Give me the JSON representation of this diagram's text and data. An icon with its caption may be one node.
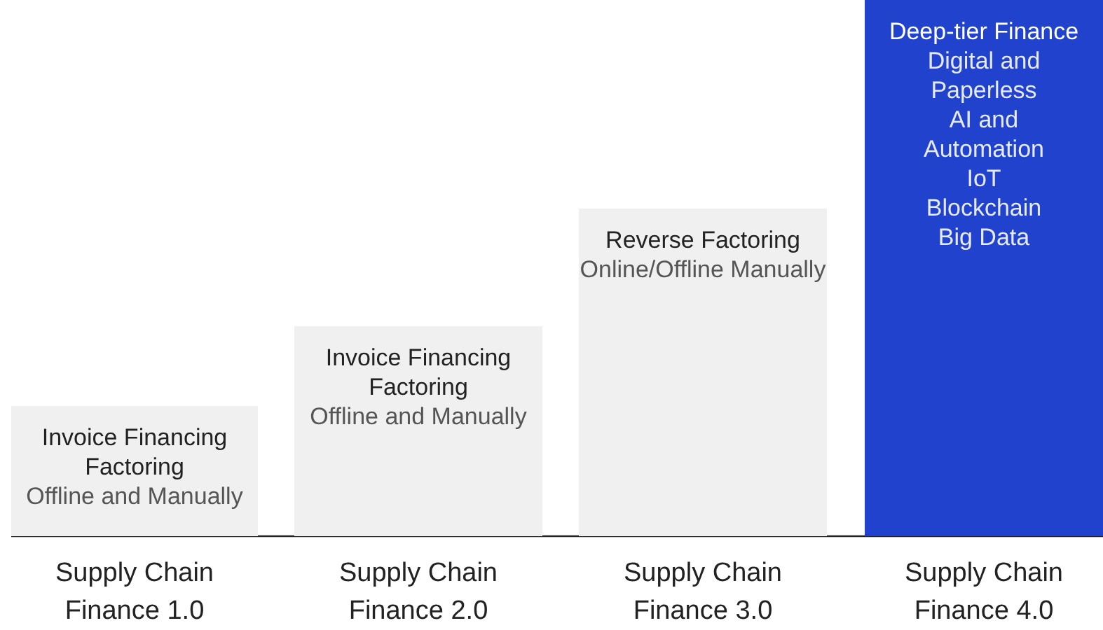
{
  "diagram": {
    "nodes": [
      {
        "text": [
          "Invoice Financing Factoring",
          "Offline and Manually"
        ],
        "beside": [
          "Supply Chain Finance 1.0"
        ]
      },
      {
        "text": [
          "Invoice Financing Factoring",
          "Offline and Manually"
        ],
        "beside": [
          "Supply Chain Finance 2.0"
        ]
      },
      {
        "text": [
          "Reverse Factoring",
          "Online/Offline Manually"
        ],
        "beside": [
          "Supply Chain Finance 3.0"
        ]
      },
      {
        "text": [
          "Deep-tier Finance",
          "Digital and Paperless",
          "AI and Automation",
          "IoT",
          "Blockchain",
          "Big Data"
        ],
        "beside": [
          "Supply Chain Finance 4.0"
        ]
      }
    ]
  }
}
